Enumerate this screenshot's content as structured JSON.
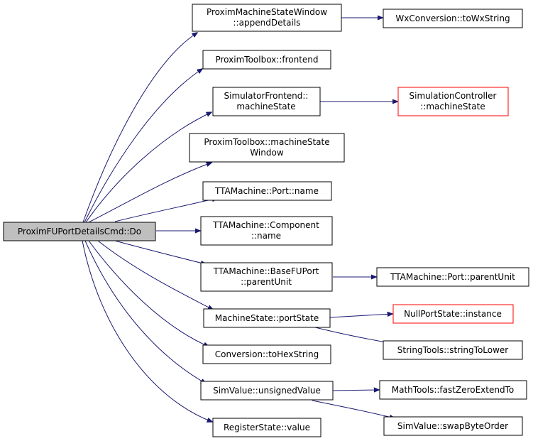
{
  "graph": {
    "colors": {
      "edge": "#191970",
      "root_fill": "#bfbfbf",
      "missing_border": "#ff0000",
      "border": "#000000"
    },
    "nodes": {
      "root": [
        "ProximFUPortDetailsCmd::Do"
      ],
      "n1": [
        "ProximMachineStateWindow",
        "::appendDetails"
      ],
      "n2": [
        "WxConversion::toWxString"
      ],
      "n3": [
        "ProximToolbox::frontend"
      ],
      "n4": [
        "SimulatorFrontend::",
        "machineState"
      ],
      "n5": [
        "SimulationController",
        "::machineState"
      ],
      "n6": [
        "ProximToolbox::machineState",
        "Window"
      ],
      "n7": [
        "TTAMachine::Port::name"
      ],
      "n8": [
        "TTAMachine::Component",
        "::name"
      ],
      "n9": [
        "TTAMachine::BaseFUPort",
        "::parentUnit"
      ],
      "n10": [
        "TTAMachine::Port::parentUnit"
      ],
      "n11": [
        "MachineState::portState"
      ],
      "n12": [
        "NullPortState::instance"
      ],
      "n13": [
        "StringTools::stringToLower"
      ],
      "n14": [
        "Conversion::toHexString"
      ],
      "n15": [
        "SimValue::unsignedValue"
      ],
      "n16": [
        "MathTools::fastZeroExtendTo"
      ],
      "n17": [
        "SimValue::swapByteOrder"
      ],
      "n18": [
        "RegisterState::value"
      ]
    }
  }
}
